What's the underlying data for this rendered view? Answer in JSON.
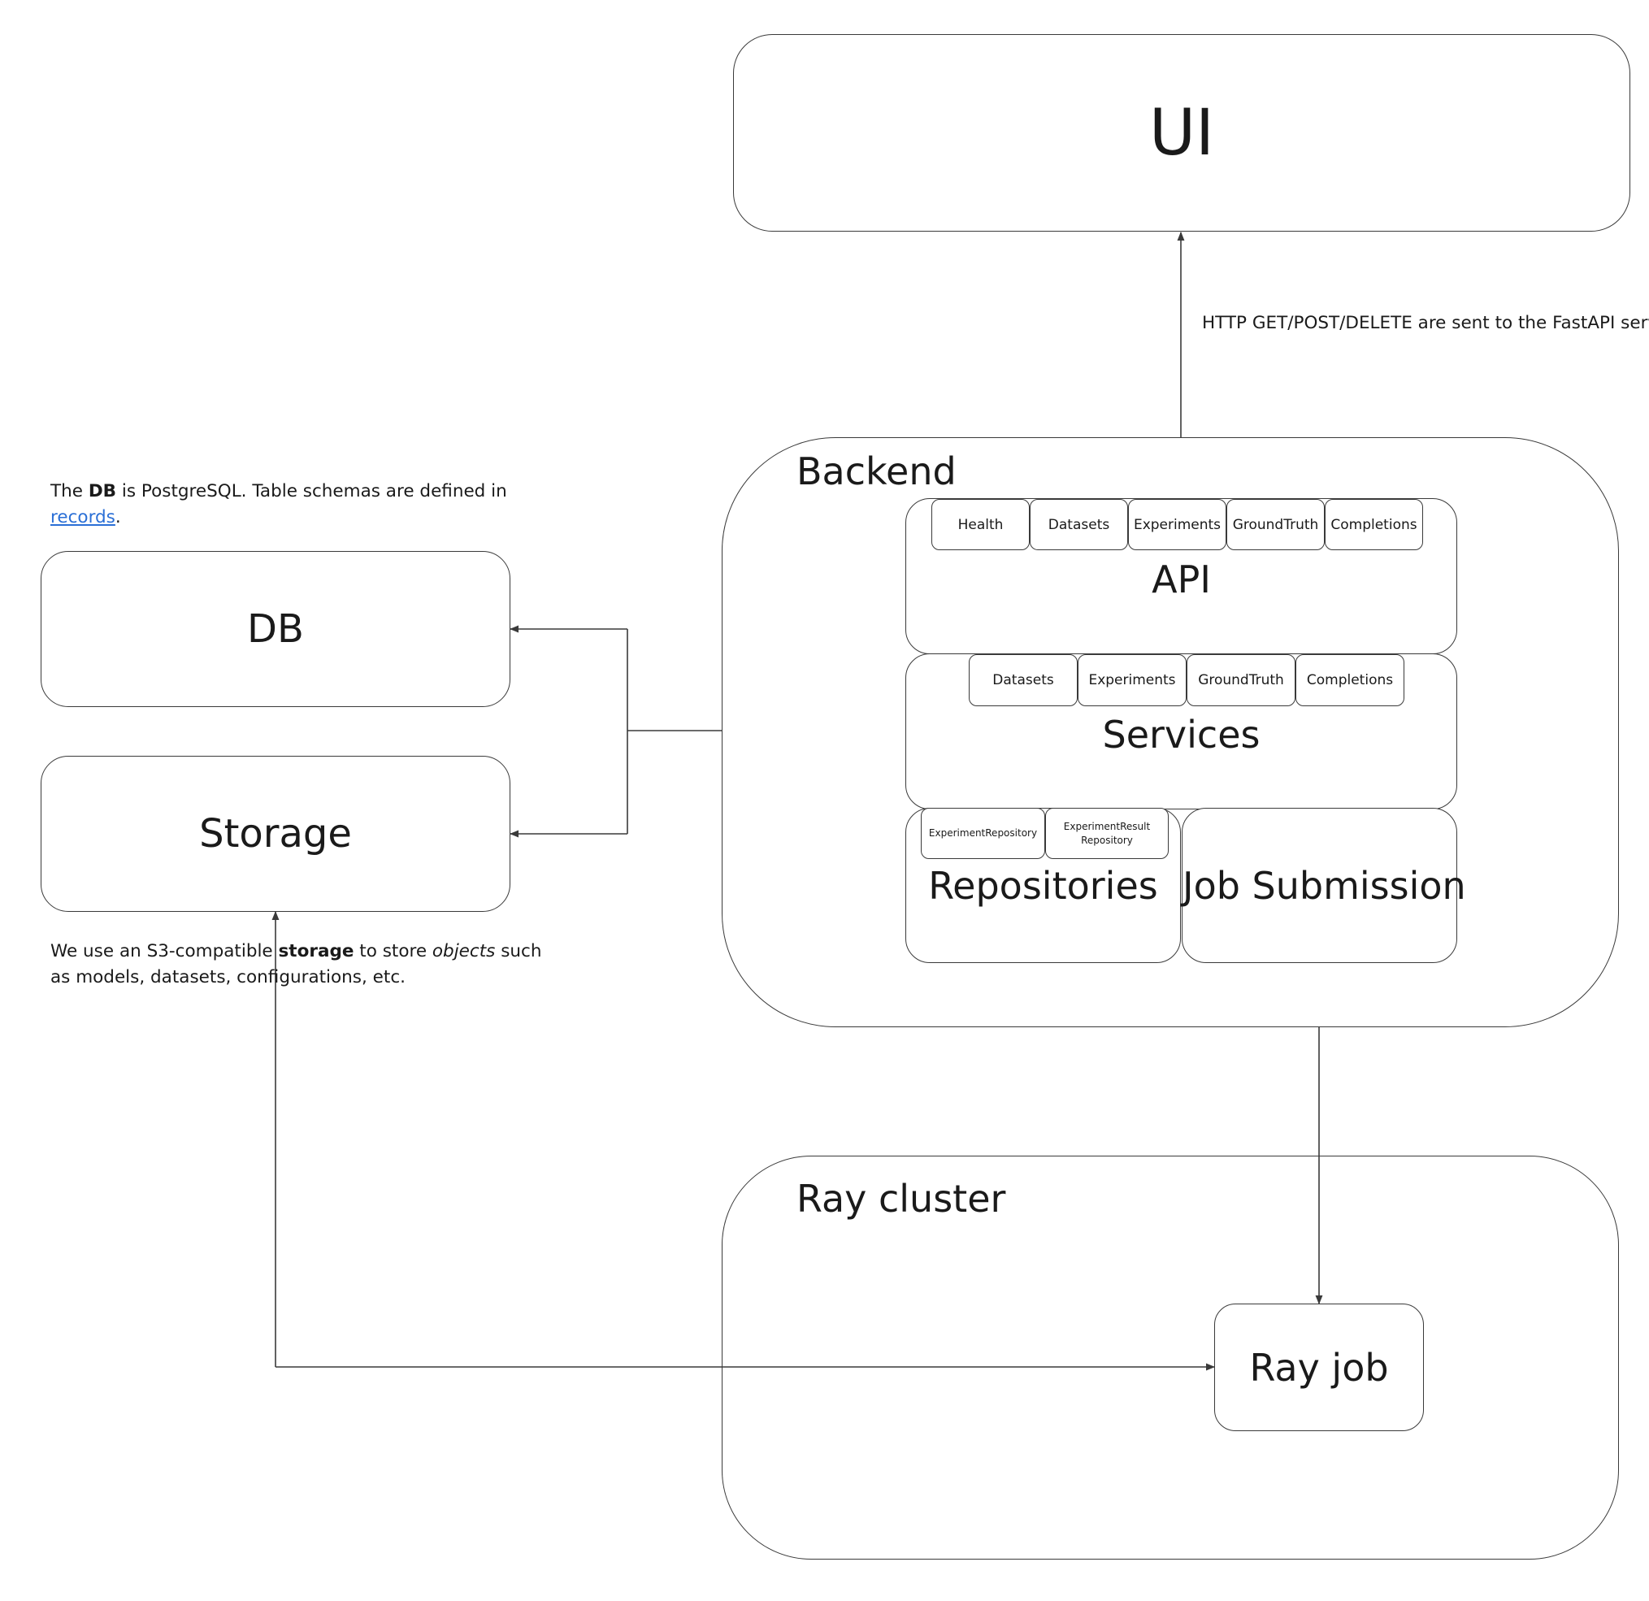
{
  "ui": {
    "title": "UI"
  },
  "http_note": "HTTP GET/POST/DELETE are sent to the FastAPI server",
  "backend": {
    "title": "Backend",
    "api": {
      "title": "API",
      "tabs": [
        "Health",
        "Datasets",
        "Experiments",
        "GroundTruth",
        "Completions"
      ]
    },
    "services": {
      "title": "Services",
      "tabs": [
        "Datasets",
        "Experiments",
        "GroundTruth",
        "Completions"
      ]
    },
    "repositories": {
      "title": "Repositories",
      "tabs": [
        "ExperimentRepository",
        "ExperimentResult Repository"
      ]
    },
    "job_submission": {
      "title": "Job Submission"
    }
  },
  "db": {
    "title": "DB",
    "note": {
      "prefix": "The ",
      "bold": "DB",
      "middle": " is PostgreSQL. Table schemas are defined in",
      "link": "records",
      "suffix": "."
    }
  },
  "storage": {
    "title": "Storage",
    "note": {
      "prefix": "We use an S3-compatible ",
      "bold": "storage",
      "middle": " to store ",
      "italic": "objects",
      "suffix_line1": " such",
      "line2": "as models, datasets, configurations, etc."
    }
  },
  "ray_cluster": {
    "title": "Ray cluster",
    "job": {
      "title": "Ray job"
    }
  }
}
